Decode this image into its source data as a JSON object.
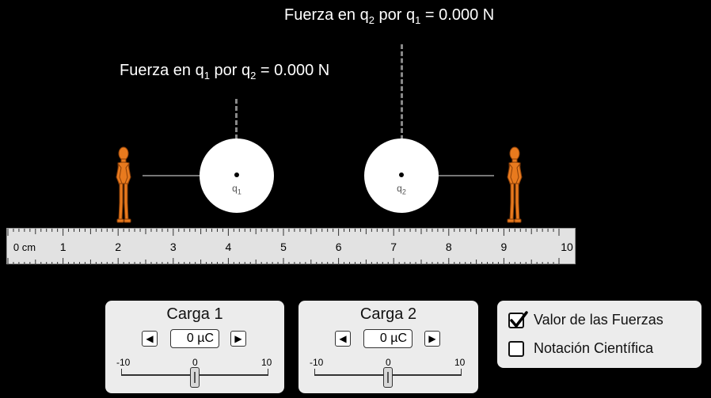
{
  "forces": {
    "q2_by_q1": {
      "prefix": "Fuerza en q",
      "sub_a": "2",
      "mid": " por q",
      "sub_b": "1",
      "suffix": " = 0.000 N"
    },
    "q1_by_q2": {
      "prefix": "Fuerza en q",
      "sub_a": "1",
      "mid": " por q",
      "sub_b": "2",
      "suffix": " = 0.000 N"
    }
  },
  "charges": {
    "q1": {
      "label": "q",
      "sub": "1"
    },
    "q2": {
      "label": "q",
      "sub": "2"
    }
  },
  "ruler": {
    "labels": [
      "0 cm",
      "1",
      "2",
      "3",
      "4",
      "5",
      "6",
      "7",
      "8",
      "9",
      "10"
    ]
  },
  "charge1_panel": {
    "title": "Carga 1",
    "value": "0 µC",
    "left_arrow": "◀",
    "right_arrow": "▶",
    "min_label": "-10",
    "mid_label": "0",
    "max_label": "10",
    "slider_fraction": 0.5
  },
  "charge2_panel": {
    "title": "Carga 2",
    "value": "0 µC",
    "left_arrow": "◀",
    "right_arrow": "▶",
    "min_label": "-10",
    "mid_label": "0",
    "max_label": "10",
    "slider_fraction": 0.5
  },
  "options": {
    "force_values": {
      "label": "Valor de las Fuerzas",
      "checked": true
    },
    "scientific": {
      "label": "Notación Científica",
      "checked": false
    }
  },
  "colors": {
    "background": "#000000",
    "person": "#e87a1e",
    "panel": "#ececec"
  }
}
